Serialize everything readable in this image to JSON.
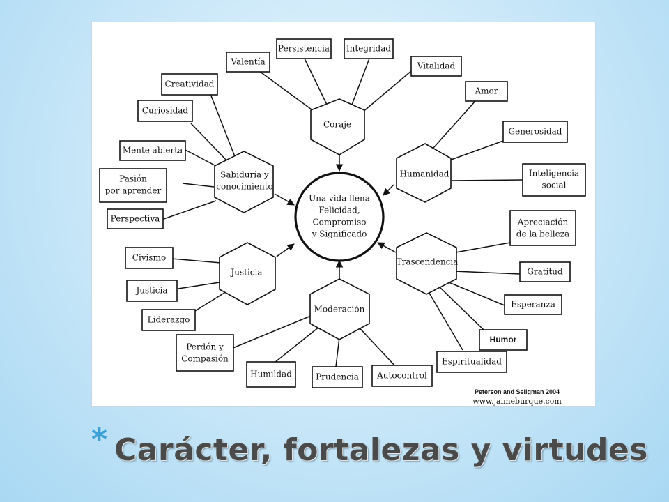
{
  "slide": {
    "title": "Carácter, fortalezas y virtudes",
    "bullet": "*",
    "accent_color": "#3aa0d8",
    "title_color": "#4a4a4a"
  },
  "diagram": {
    "center": [
      "Una vida llena",
      "Felicidad,",
      "Compromiso",
      "y Significado"
    ],
    "virtues": {
      "coraje": "Coraje",
      "humanidad": "Humanidad",
      "trascendencia": "Trascendencia",
      "moderacion": "Moderación",
      "justicia": "Justicia",
      "sabiduria": [
        "Sabiduría y",
        "conocimiento"
      ]
    },
    "strengths": {
      "valentia": "Valentía",
      "persistencia": "Persistencia",
      "integridad": "Integridad",
      "vitalidad": "Vitalidad",
      "amor": "Amor",
      "generosidad": "Generosidad",
      "inteligencia_social": [
        "Inteligencia",
        "social"
      ],
      "apreciacion": [
        "Apreciación",
        "de la belleza"
      ],
      "gratitud": "Gratitud",
      "esperanza": "Esperanza",
      "humor": "Humor",
      "espiritualidad": "Espiritualidad",
      "autocontrol": "Autocontrol",
      "prudencia": "Prudencia",
      "humildad": "Humildad",
      "perdon": [
        "Perdón y",
        "Compasión"
      ],
      "liderazgo": "Liderazgo",
      "justicia": "Justicia",
      "civismo": "Civismo",
      "perspectiva": "Perspectiva",
      "pasion": [
        "Pasión",
        "por aprender"
      ],
      "mente_abierta": "Mente abierta",
      "curiosidad": "Curiosidad",
      "creatividad": "Creatividad"
    },
    "credit": "Peterson and Seligman 2004",
    "url": "www.jaimeburque.com"
  }
}
